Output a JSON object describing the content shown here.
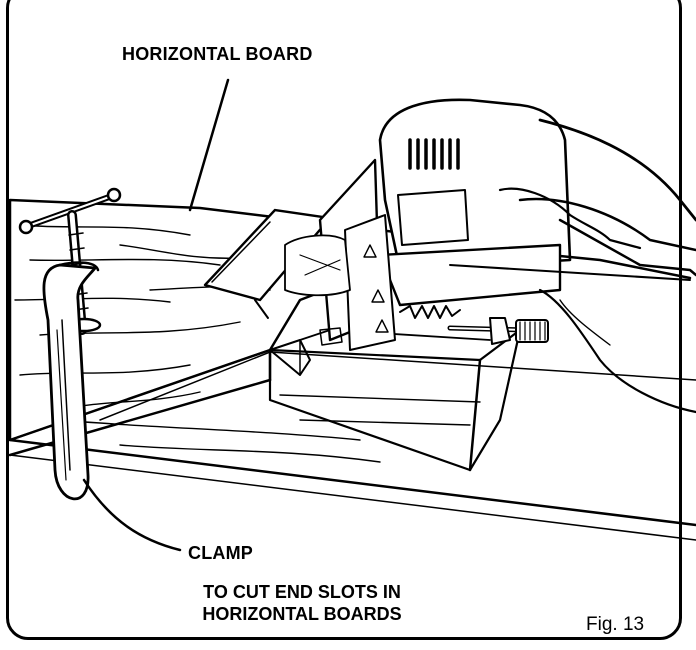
{
  "labels": {
    "horizontal_board": "HORIZONTAL BOARD",
    "clamp": "CLAMP"
  },
  "caption": {
    "line1": "TO CUT END SLOTS IN",
    "line2": "HORIZONTAL BOARDS"
  },
  "figure_number": "Fig. 13",
  "colors": {
    "ink": "#000000",
    "paper": "#ffffff"
  }
}
